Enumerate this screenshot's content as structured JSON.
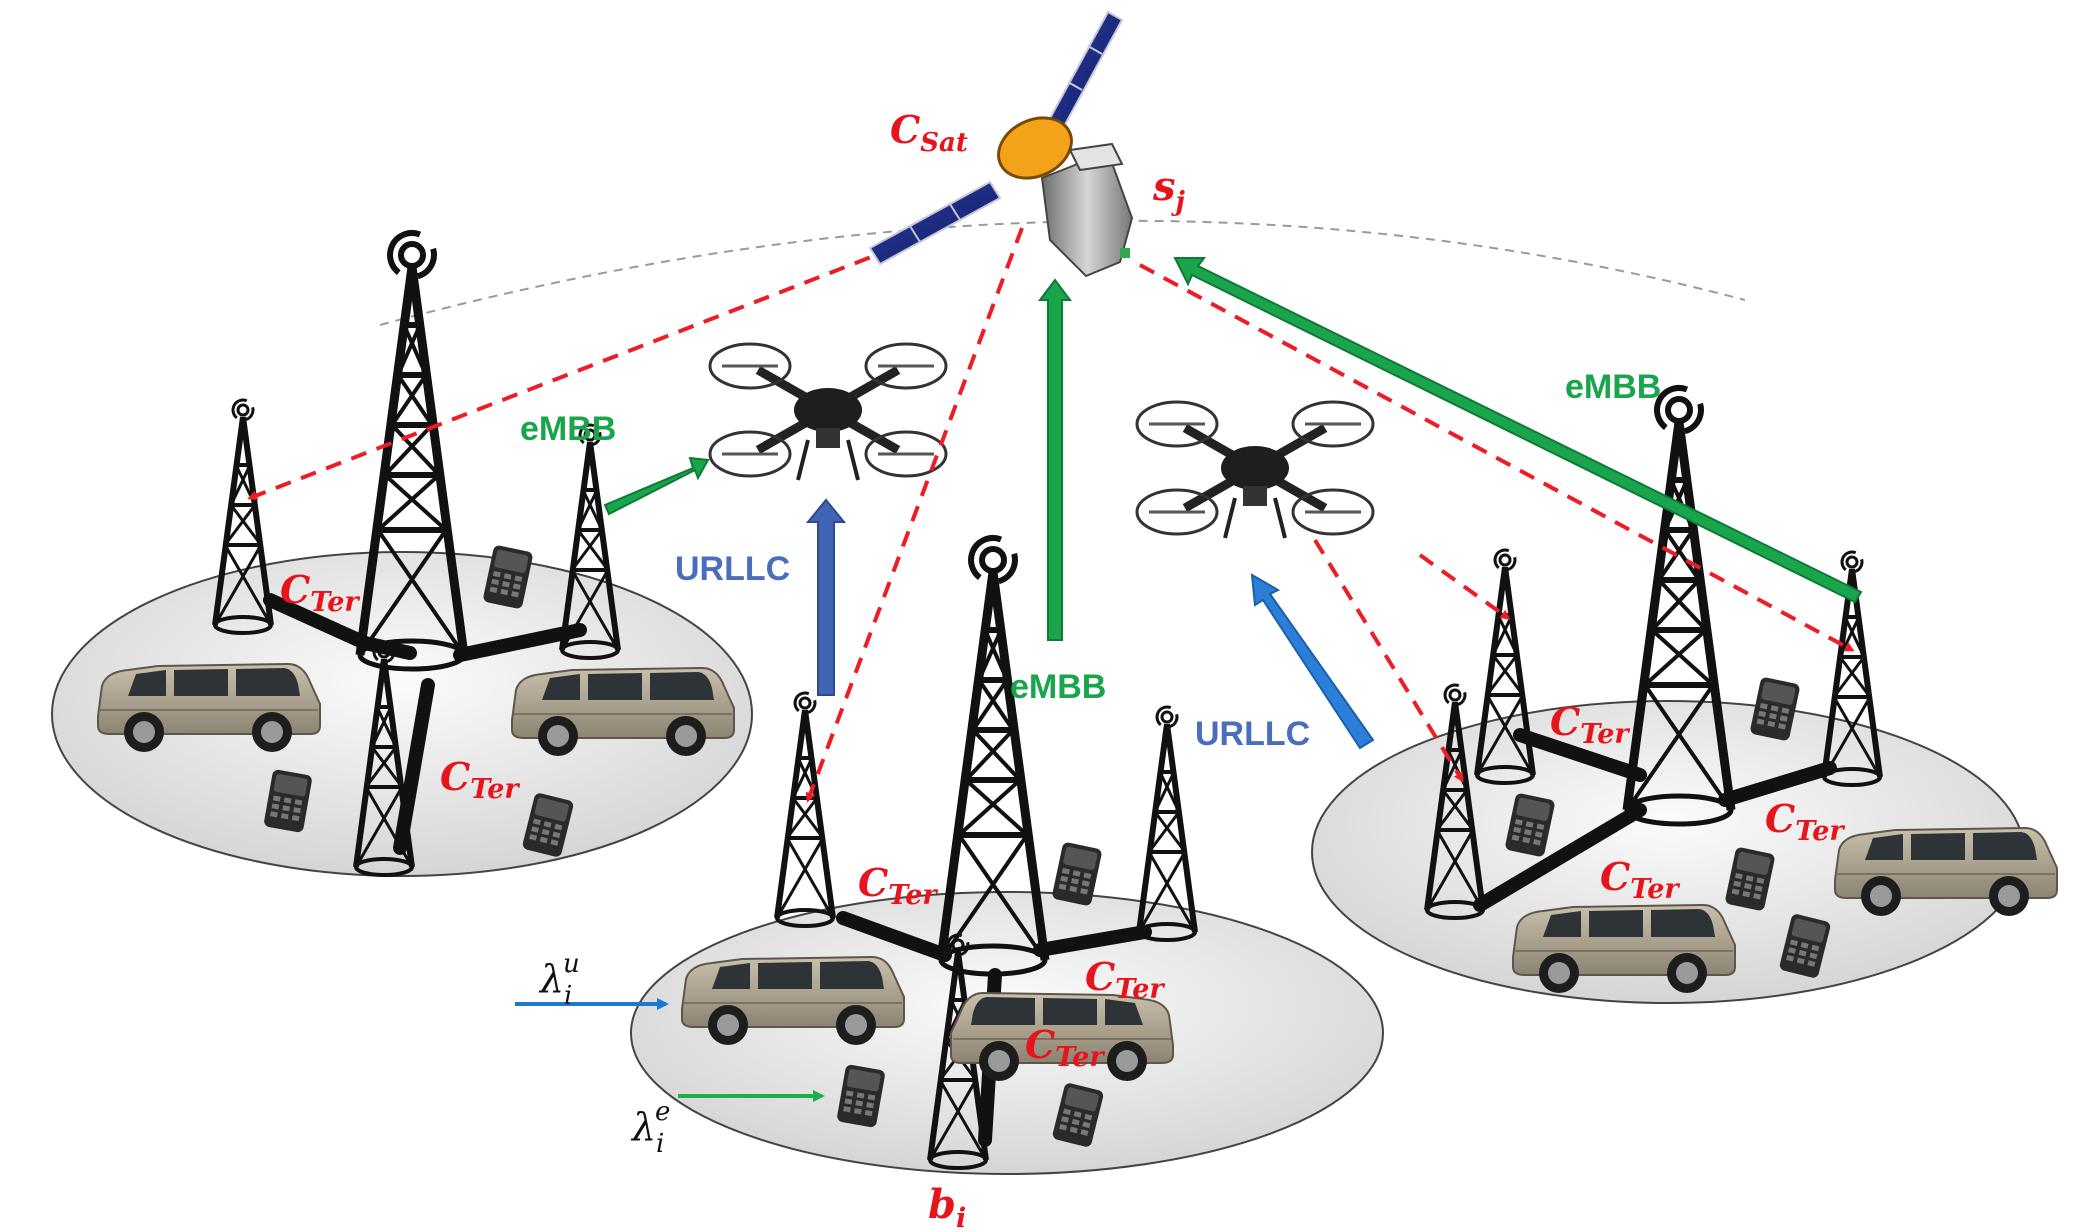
{
  "labels": {
    "c_sat": "C",
    "c_sat_sub": "Sat",
    "s_j": "s",
    "s_j_sub": "j",
    "c_ter": "C",
    "c_ter_sub": "Ter",
    "b_i": "b",
    "b_i_sub": "i",
    "lambda": "λ",
    "lambda_u_sup": "u",
    "lambda_e_sup": "e",
    "lambda_sub": "i",
    "embb": "eMBB",
    "urllc": "URLLC"
  },
  "colors": {
    "red_label": "#e8141b",
    "red_link": "#ee1c24",
    "embb_green": "#1aa44c",
    "urllc_blue": "#4a6ebc",
    "urllc_arrow_left": "#4264b4",
    "urllc_arrow_right": "#2c7fd8",
    "lambda_u_arrow": "#1f78d0",
    "lambda_e_arrow": "#1db04a",
    "cell_fill": "#e2e2e2",
    "tower": "#111111"
  }
}
